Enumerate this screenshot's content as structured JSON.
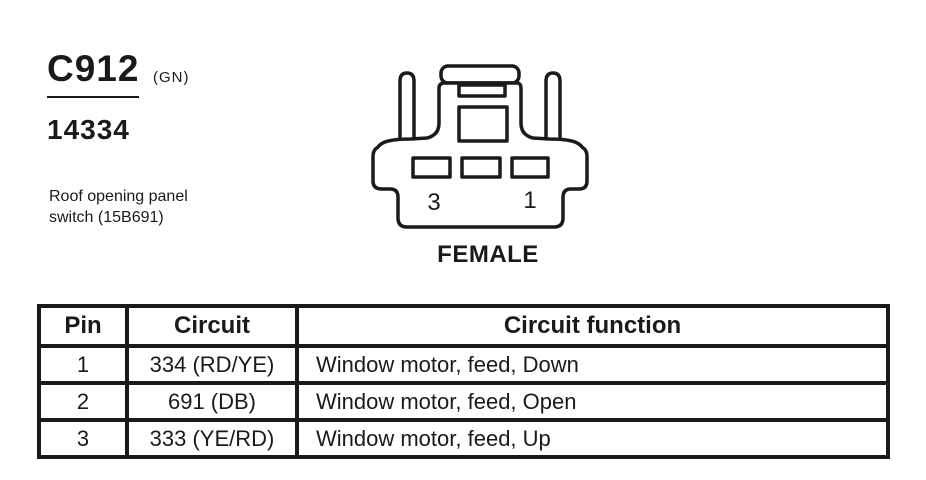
{
  "colors": {
    "ink": "#1a1a1a",
    "paper": "#ffffff"
  },
  "header": {
    "connector_id": "C912",
    "color_code": "(GN)",
    "part_number": "14334",
    "description_line1": "Roof opening panel",
    "description_line2": "switch (15B691)"
  },
  "diagram": {
    "gender_label": "FEMALE",
    "pin_left_label": "3",
    "pin_right_label": "1"
  },
  "pin_table": {
    "headers": [
      "Pin",
      "Circuit",
      "Circuit function"
    ],
    "rows": [
      [
        "1",
        "334 (RD/YE)",
        "Window motor, feed, Down"
      ],
      [
        "2",
        "691 (DB)",
        "Window motor, feed, Open"
      ],
      [
        "3",
        "333 (YE/RD)",
        "Window motor, feed, Up"
      ]
    ]
  }
}
